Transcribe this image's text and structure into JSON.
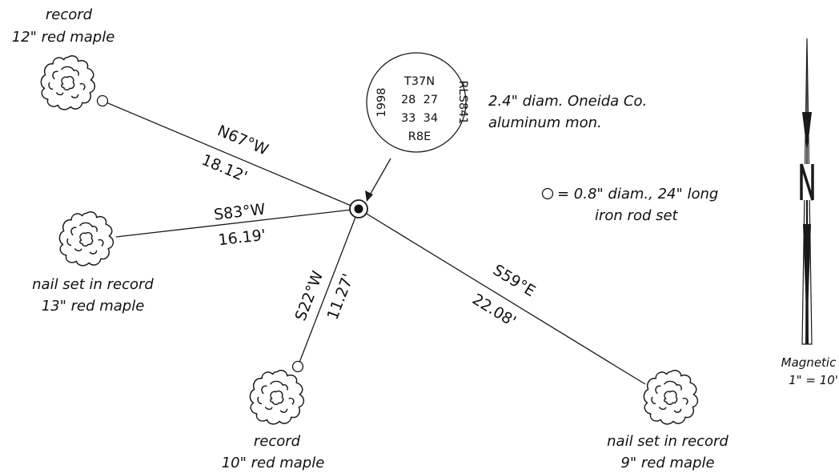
{
  "monument": {
    "township": "T37N",
    "sections_top": "28  27",
    "sections_bottom": "33  34",
    "range": "R8E",
    "year": "1998",
    "surveyor": "RLS841",
    "description_line1": "2.4\" diam. Oneida Co.",
    "description_line2": "aluminum mon."
  },
  "legend": {
    "line1": "= 0.8\" diam., 24\" long",
    "line2": "iron rod set"
  },
  "ties": [
    {
      "id": "nw",
      "bearing": "N67°W",
      "distance": "18.12'",
      "label_line1": "record",
      "label_line2": "12\" red maple"
    },
    {
      "id": "w",
      "bearing": "S83°W",
      "distance": "16.19'",
      "label_line1": "nail set in record",
      "label_line2": "13\" red maple"
    },
    {
      "id": "sw",
      "bearing": "S22°W",
      "distance": "11.27'",
      "label_line1": "record",
      "label_line2": "10\" red maple"
    },
    {
      "id": "se",
      "bearing": "S59°E",
      "distance": "22.08'",
      "label_line1": "nail set in record",
      "label_line2": "9\" red maple"
    }
  ],
  "north_arrow": {
    "label": "Magnetic",
    "scale": "1\" = 10'"
  }
}
